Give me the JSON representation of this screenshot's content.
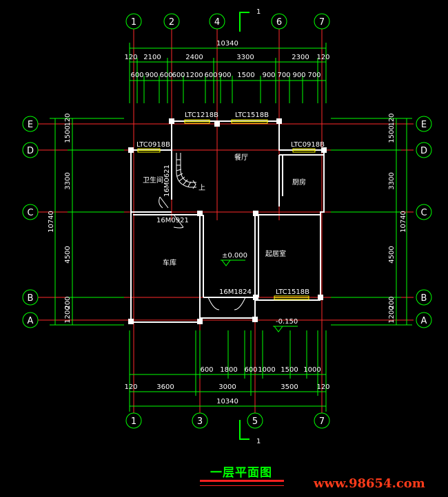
{
  "drawing": {
    "title": "一层平面图",
    "watermark": "www.98654.com"
  },
  "axes": {
    "top": [
      "1",
      "2",
      "4",
      "6",
      "7"
    ],
    "bottom": [
      "1",
      "3",
      "5",
      "7"
    ],
    "left": [
      "E",
      "D",
      "C",
      "B",
      "A"
    ],
    "right": [
      "E",
      "D",
      "C",
      "B",
      "A"
    ]
  },
  "section_mark": {
    "top": "1",
    "bottom": "1"
  },
  "dimensions": {
    "top_total": "10340",
    "top_row1": [
      "120",
      "2100",
      "2400",
      "3300",
      "2300",
      "120"
    ],
    "top_row2": [
      "600",
      "900",
      "600",
      "600",
      "1200",
      "600",
      "900",
      "1500",
      "900",
      "700",
      "900",
      "700"
    ],
    "bottom_row1": [
      "600",
      "1800",
      "600",
      "1000",
      "1500",
      "1000"
    ],
    "bottom_row2": [
      "120",
      "3600",
      "3000",
      "3500",
      "120"
    ],
    "bottom_total": "10340",
    "left_outer": "10740",
    "left_inner": [
      "1500",
      "120",
      "3300",
      "4500",
      "1200",
      "200"
    ],
    "right_outer": "10740",
    "right_inner": [
      "1500",
      "120",
      "3300",
      "4500",
      "1200",
      "200"
    ]
  },
  "rooms": {
    "dining": "餐厅",
    "bathroom": "卫生间",
    "kitchen": "厨房",
    "garage": "车库",
    "living": "起居室"
  },
  "labels": {
    "win_ltc1218b": "LTC1218B",
    "win_ltc1518b_top": "LTC1518B",
    "win_ltc0918b_left": "LTC0918B",
    "win_ltc0918b_right": "LTC0918B",
    "win_ltc1518b_bottom": "LTC1518B",
    "door_16m0621": "16M0621",
    "door_16m0921": "16M0921",
    "door_16m1824": "16M1824",
    "stair_up": "上",
    "elev_floor": "±0.000",
    "elev_outside": "-0.150"
  },
  "colors": {
    "axis_line": "#ff2a2a",
    "wall": "#ffffff",
    "dimension": "#00ff00",
    "window": "#ffff00",
    "background": "#000000"
  }
}
